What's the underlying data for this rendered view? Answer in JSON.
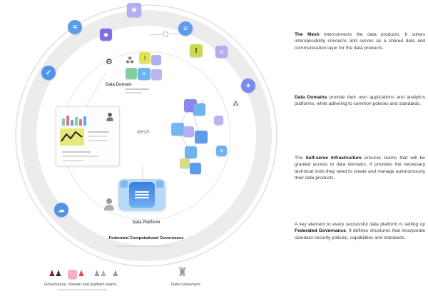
{
  "colors": {
    "accent_blue": "#4f94e8",
    "light_blue": "#7db8f0",
    "purple": "#7a6fe3",
    "lavender": "#b3aef0",
    "green": "#7fcf9f",
    "yellow": "#e3e34f",
    "yellow_green": "#ccd84e",
    "khaki": "#d6d98c",
    "pink": "#f2afc6",
    "red": "#d94848",
    "ring_gray": "#ececec"
  },
  "mesh": {
    "center_label": "Mesh"
  },
  "icons": {
    "star": {
      "glyph": "★"
    },
    "wave": {
      "glyph": "≈"
    },
    "cube": {
      "glyph": "◆"
    },
    "bars": {
      "glyph": "≡"
    },
    "alert": {
      "glyph": "!"
    },
    "check": {
      "glyph": "✓"
    },
    "document": {
      "glyph": "≡"
    },
    "spark": {
      "glyph": "✦"
    },
    "node": {
      "glyph": ""
    },
    "grid": {
      "glyph": "≡"
    },
    "cloud": {
      "glyph": "☁"
    },
    "molecule": {
      "glyph": "⁂"
    },
    "people": {
      "glyph": "⚙"
    },
    "dots": {
      "glyph": "∴"
    },
    "building": {
      "glyph": "♜"
    },
    "pawn": {
      "glyph": "♟"
    }
  },
  "domain_cluster": {
    "caption": "Data Domain"
  },
  "platform": {
    "label_top": "Data Platform",
    "label_bottom": "Federated Computational Governance"
  },
  "sidebar": {
    "paragraphs": [
      {
        "pre": "",
        "lead": "The Mesh",
        "post": " interconnects the data products. It solves interoperability concerns and serves as a shared data and communication layer for the data products."
      },
      {
        "pre": "",
        "lead": "Data Domains",
        "post": " provide their own applications and analytics platforms, while adhering to common policies and standards."
      },
      {
        "pre": "The ",
        "lead": "Self-serve Infrastructure",
        "post": " ensures teams that will be granted access to data domains. It provides the necessary technical tools they need to create and manage autonomously their data products."
      },
      {
        "pre": "A key element to every successful data platform is setting up ",
        "lead": "Federated Governance",
        "post": ". It defines structures that incorporate standard security policies, capabilities and standards."
      }
    ]
  },
  "legend": {
    "left_caption": "Governance, domain and platform teams",
    "right_caption": "Data consumers"
  }
}
